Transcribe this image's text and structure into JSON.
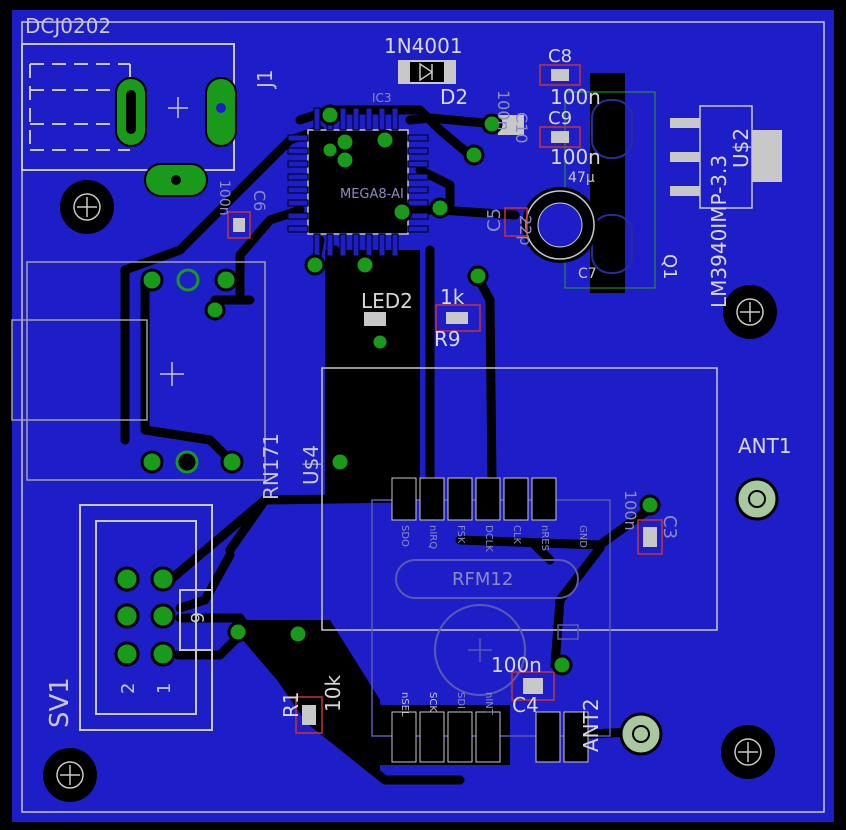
{
  "board": {
    "colors": {
      "background": "#000000",
      "copper": "#1e1ec8",
      "trace": "#000000",
      "pad": "#1a9a1a",
      "silk": "#c8c8c8",
      "smd": "#c83232"
    }
  },
  "labels": {
    "dcj0202": "DCJ0202",
    "j1": "J1",
    "d2_value": "1N4001",
    "d2": "D2",
    "c8": "C8",
    "c8_value": "100n",
    "c9": "C9",
    "c9_value": "100n",
    "c7_value": "47µ",
    "c7": "C7",
    "c10": "C10",
    "c10_value": "100n",
    "c6": "C6",
    "c6_value": "100n",
    "c5": "C5",
    "c5_value": "22p",
    "q1": "Q1",
    "ic3": "IC3",
    "mega8": "MEGA8-AI",
    "us2": "U$2",
    "lm3940": "LM3940IMP-3.3",
    "led2": "LED2",
    "r9_value": "1k",
    "r9": "R9",
    "rn171": "RN171",
    "us4": "U$4",
    "ant1": "ANT1",
    "c3": "C3",
    "c3_value": "100n",
    "rfm12": "RFM12",
    "c4_value": "100n",
    "c4": "C4",
    "ant2": "ANT2",
    "r1": "R1",
    "r1_value": "10k",
    "sv1": "SV1",
    "pin2": "2",
    "pin1": "1",
    "pin6": "6",
    "rfm_top_pins": [
      "SDO",
      "nIRQ",
      "FSK",
      "DCLK",
      "CLK",
      "nRES",
      "GND"
    ],
    "rfm_bottom_pins": [
      "nSEL",
      "SCK",
      "SDI",
      "nINT"
    ]
  }
}
